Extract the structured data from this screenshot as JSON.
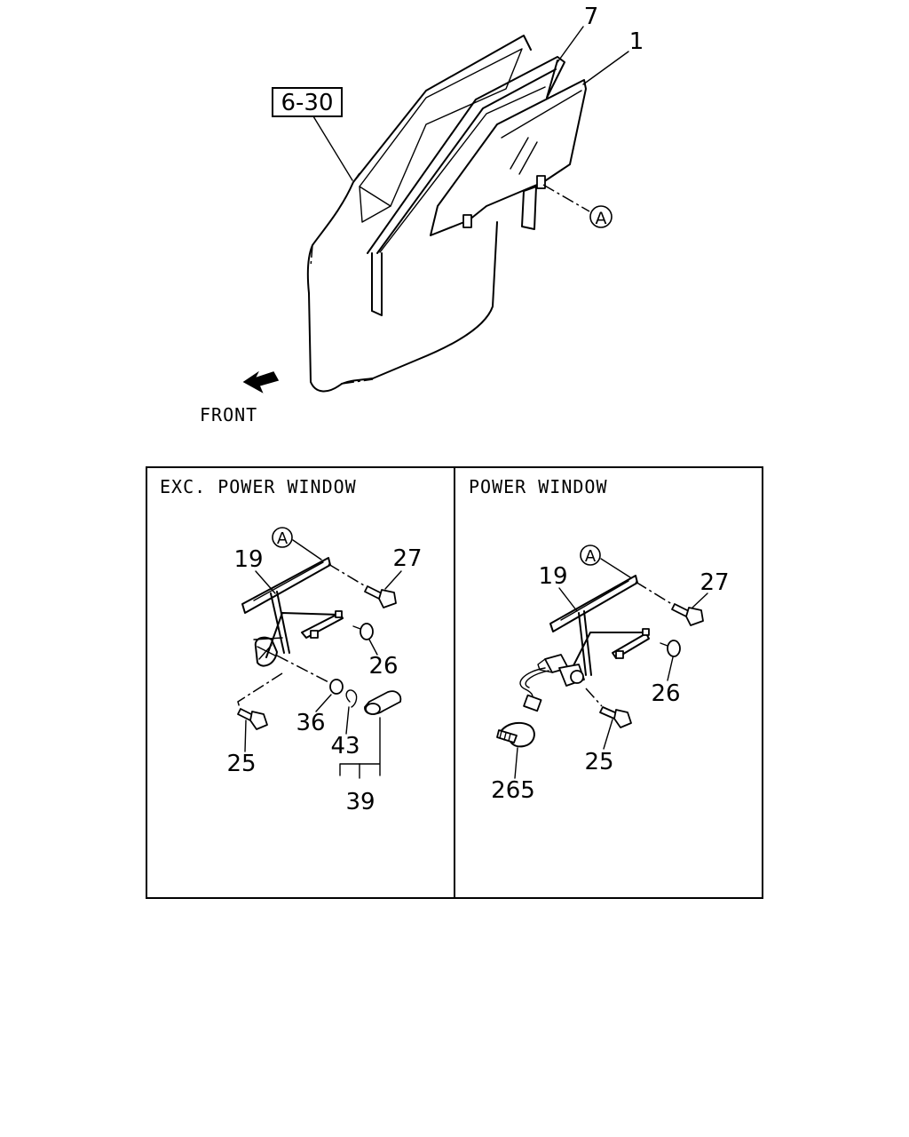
{
  "top": {
    "ref_box": "6-30",
    "front_label": "FRONT",
    "callouts": {
      "glass": "1",
      "run_channel": "7",
      "ref_a": "A"
    }
  },
  "panels": [
    {
      "title": "EXC. POWER WINDOW",
      "ref_a": "A",
      "callouts": {
        "regulator": "19",
        "bolt_27": "27",
        "nut_26": "26",
        "nut_36": "36",
        "bolt_25": "25",
        "clip_43": "43",
        "handle_set": "39"
      }
    },
    {
      "title": "POWER WINDOW",
      "ref_a": "A",
      "callouts": {
        "regulator": "19",
        "bolt_27": "27",
        "nut_26": "26",
        "bolt_25": "25",
        "clamp_265": "265"
      }
    }
  ]
}
